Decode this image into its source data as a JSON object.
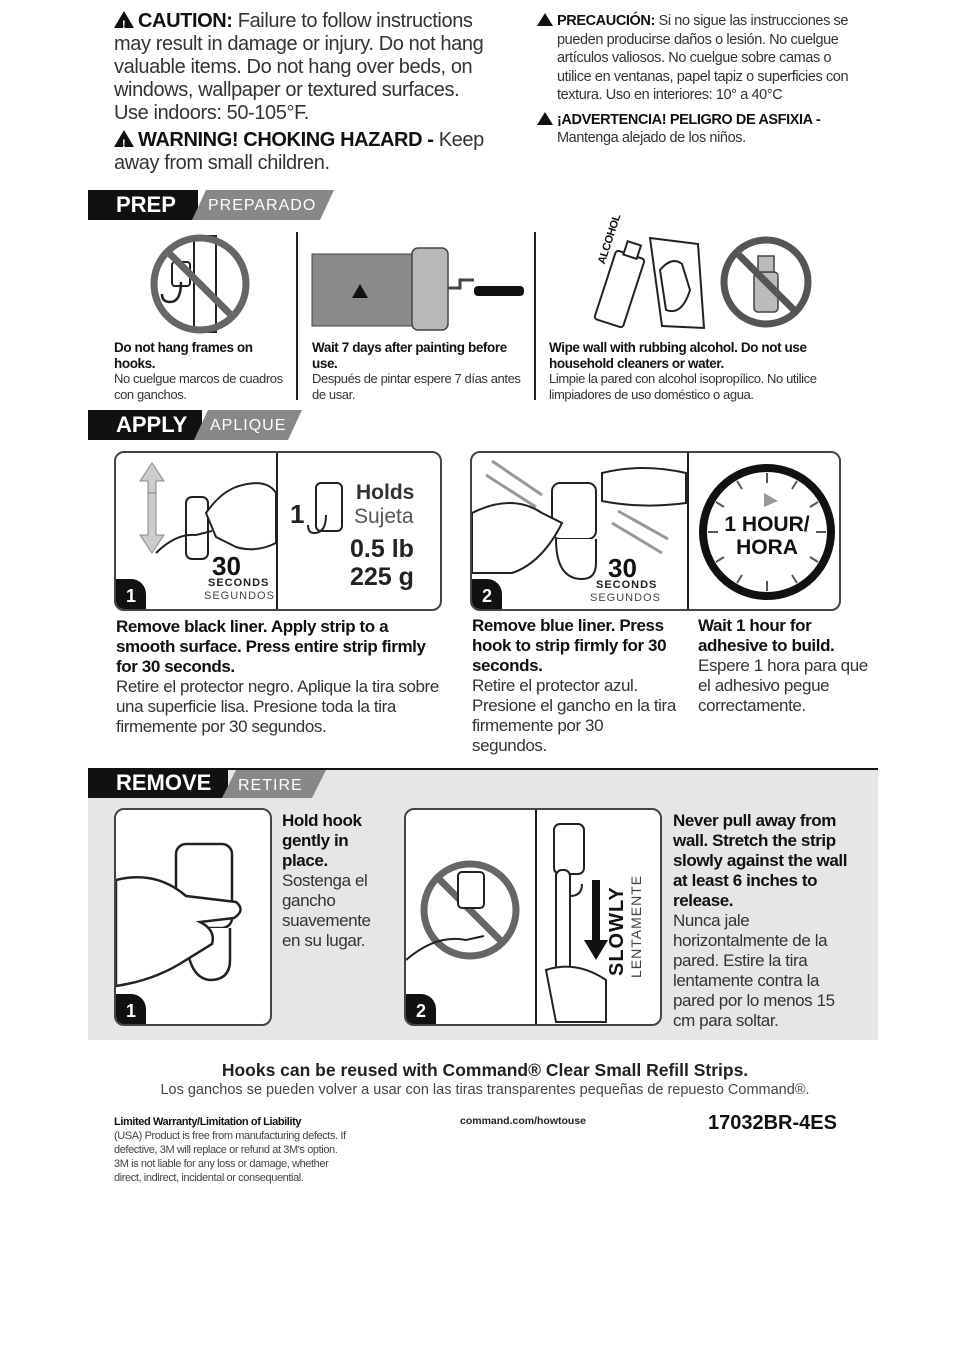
{
  "caution_en": {
    "heading": "CAUTION:",
    "text": "Failure to follow instructions may result in damage or injury. Do not hang valuable items. Do not hang over beds, on windows, wallpaper or textured surfaces.",
    "indoor": "Use indoors: 50-105°F.",
    "warning_heading": "WARNING! CHOKING HAZARD -",
    "warning_text": "Keep away from small children."
  },
  "caution_es": {
    "heading": "PRECAUCIÓN:",
    "text": "Si no sigue las instrucciones se pueden producirse daños o lesión. No cuelgue artículos valiosos. No cuelgue sobre camas o utilice en ventanas, papel tapiz o superficies con textura. Uso en interiores: 10° a 40°C",
    "warning_heading": "¡ADVERTENCIA! PELIGRO DE ASFIXIA -",
    "warning_text": "Mantenga alejado de los niños."
  },
  "prep": {
    "title": "PREP",
    "subtitle": "PREPARADO",
    "items": [
      {
        "en": "Do not hang frames on hooks.",
        "es": "No cuelgue marcos de cuadros con ganchos."
      },
      {
        "en": "Wait 7 days after painting before use.",
        "es": "Después de pintar espere 7 días antes de usar."
      },
      {
        "en": "Wipe wall with rubbing alcohol. Do not use household cleaners or water.",
        "es": "Limpie la pared con alcohol isopropílico. No utilice limpiadores de uso doméstico o agua."
      }
    ],
    "alcohol_label": "ALCOHOL"
  },
  "apply": {
    "title": "APPLY",
    "subtitle": "APLIQUE",
    "step1": {
      "num": "1",
      "seconds": "30",
      "seconds_en": "SECONDS",
      "seconds_es": "SEGUNDOS",
      "count": "1",
      "holds_en": "Holds",
      "holds_es": "Sujeta",
      "weight_lb": "0.5 lb",
      "weight_g": "225 g",
      "en": "Remove black liner. Apply strip to a smooth surface. Press entire strip firmly for 30 seconds.",
      "es": "Retire el protector negro. Aplique la tira sobre una superficie lisa. Presione toda la tira firmemente por 30 segundos."
    },
    "step2": {
      "num": "2",
      "seconds": "30",
      "seconds_en": "SECONDS",
      "seconds_es": "SEGUNDOS",
      "clock_line1": "1 HOUR/",
      "clock_line2": "HORA",
      "en": "Remove blue liner. Press hook to strip firmly for 30 seconds.",
      "es": "Retire el protector azul. Presione el gancho en la tira firmemente por 30 segundos.",
      "wait_en": "Wait 1 hour for adhesive to build.",
      "wait_es": "Espere 1 hora para que el adhesivo pegue correctamente."
    }
  },
  "remove": {
    "title": "REMOVE",
    "subtitle": "RETIRE",
    "step1": {
      "num": "1",
      "en": "Hold hook gently in place.",
      "es": "Sostenga el gancho suavemente en su lugar."
    },
    "step2": {
      "num": "2",
      "slowly_en": "SLOWLY",
      "slowly_es": "LENTAMENTE",
      "en": "Never pull away from wall. Stretch the strip slowly against the wall at least 6 inches to release.",
      "es": "Nunca jale horizontalmente de la pared. Estire la tira lentamente contra la pared por lo menos 15 cm para soltar."
    }
  },
  "footer": {
    "reuse_en": "Hooks can be reused with Command® Clear Small Refill Strips.",
    "reuse_es": "Los ganchos se pueden volver a usar con las tiras transparentes pequeñas de repuesto Command®.",
    "warranty_title": "Limited Warranty/Limitation of Liability",
    "warranty_text": "(USA) Product is free from manufacturing defects. If defective, 3M will replace or refund at 3M's option. 3M is not liable for any loss or damage, whether direct, indirect, incidental or consequential.",
    "url": "command.com/howtouse",
    "code": "17032BR-4ES"
  },
  "colors": {
    "black": "#111111",
    "gray": "#888888",
    "panel_bg": "#e6e6e6"
  }
}
